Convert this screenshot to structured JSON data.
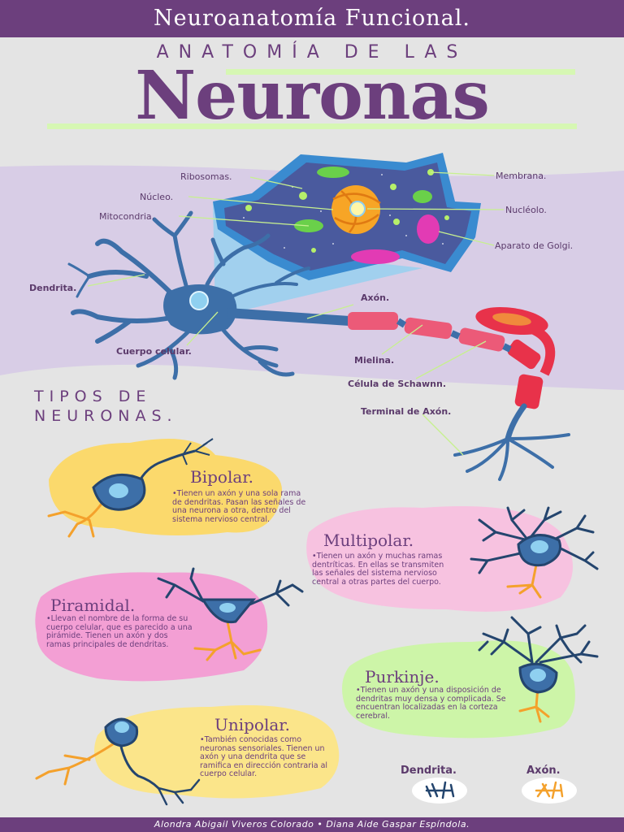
{
  "header": {
    "top_title": "Neuroanatomía Funcional.",
    "subtitle": "ANATOMÍA DE LAS",
    "main_title": "Neuronas"
  },
  "anatomy_labels": {
    "ribosomas": "Ribosomas.",
    "nucleo": "Núcleo.",
    "mitocondria": "Mitocondria.",
    "membrana": "Membrana.",
    "nucleolo": "Nucléolo.",
    "golgi": "Aparato de Golgi.",
    "dendrita": "Dendrita.",
    "axon": "Axón.",
    "cuerpo_celular": "Cuerpo celular.",
    "mielina": "Mielina.",
    "schwann": "Célula de Schawnn.",
    "terminal": "Terminal de Axón."
  },
  "types_heading": {
    "line1": "TIPOS DE",
    "line2": "NEURONAS."
  },
  "types": {
    "bipolar": {
      "title": "Bipolar.",
      "desc": "•Tienen un axón y una sola rama de dendritas. Pasan las señales de una neurona a otra, dentro del sistema nervioso central."
    },
    "multipolar": {
      "title": "Multipolar.",
      "desc": "•Tienen un axón y muchas ramas dentríticas. En ellas se transmiten las señales del sistema nervioso central a otras partes del cuerpo."
    },
    "piramidal": {
      "title": "Piramidal.",
      "desc": "•Llevan el nombre de la forma de su cuerpo celular, que es parecido a una pirámide. Tienen un axón y dos ramas principales de dendritas."
    },
    "purkinje": {
      "title": "Purkinje.",
      "desc": "•Tienen un axón y una disposición de dendritas muy densa y complicada. Se encuentran localizadas en la corteza cerebral."
    },
    "unipolar": {
      "title": "Unipolar.",
      "desc": "•También conocidas como neuronas sensoriales. Tienen un axón y una dendrita que se ramifica en dirección contraria al cuerpo celular."
    }
  },
  "legend": {
    "dendrita": "Dendrita.",
    "axon": "Axón."
  },
  "footer": "Alondra Abigail Viveros Colorado • Diana Aide Gaspar Espíndola.",
  "colors": {
    "purple": "#6c3f7d",
    "lavender": "#d8cde6",
    "neuron_blue": "#3d6fa8",
    "dark_blue": "#24456e",
    "myelin": "#e8324a",
    "orange": "#f4a12c",
    "pale_green": "#d6f7b3",
    "yellow_blob": "#fbd96c",
    "pink_blob": "#f3a4d6",
    "green_blob": "#cdf5a8"
  }
}
